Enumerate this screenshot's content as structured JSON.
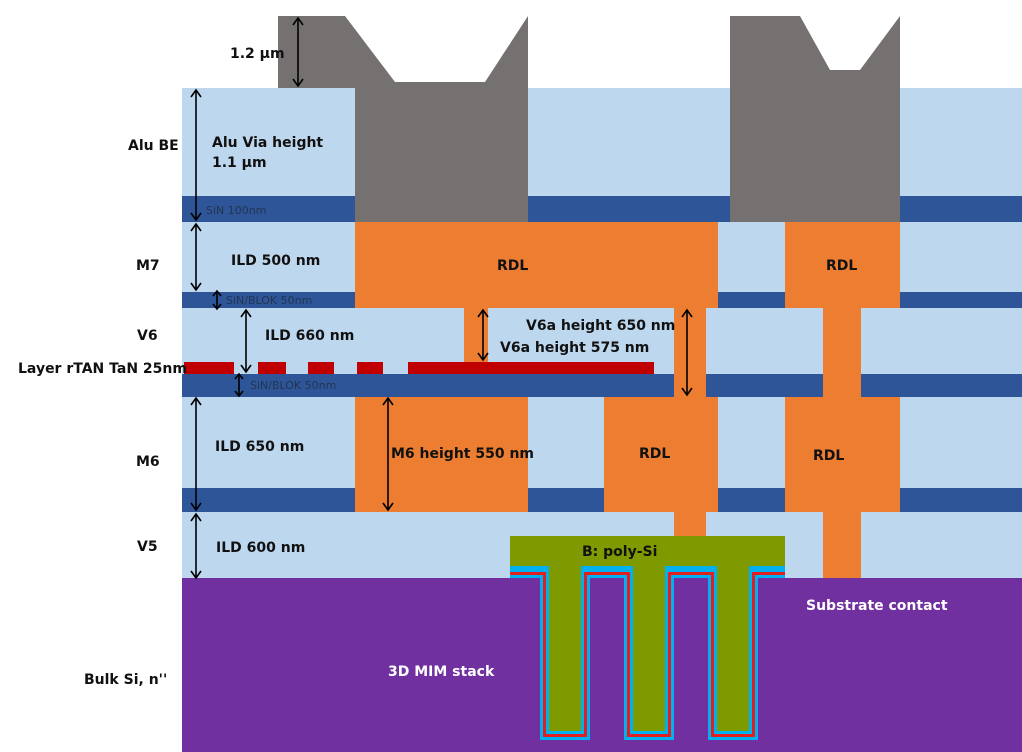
{
  "colors": {
    "ild": "#bdd7ee",
    "sin": "#2e5597",
    "copper": "#ed7d31",
    "aluminium": "#767171",
    "substrate": "#7030a0",
    "poly_si": "#7f9a00",
    "tan": "#c00000",
    "mim_cyan": "#00b0f0",
    "mim_red": "#e02020"
  },
  "icons": {
    "dimension_arrow": "double-headed-arrow-icon"
  },
  "layer_labels": {
    "alu_be": "Alu BE",
    "m7": "M7",
    "v6": "V6",
    "rtan": "Layer rTAN TaN 25nm",
    "m6": "M6",
    "v5": "V5",
    "bulk": "Bulk Si, n''"
  },
  "dimensions": {
    "alu_thickness": "1.2 µm",
    "alu_via_height_line1": "Alu Via height",
    "alu_via_height_line2": "1.1 µm",
    "ild_m7": "ILD 500 nm",
    "ild_v6": "ILD 660 nm",
    "v6a_650": "V6a height 650 nm",
    "v6a_575": "V6a height 575 nm",
    "ild_m6": "ILD 650 nm",
    "m6_height": "M6 height 550 nm",
    "ild_v5": "ILD 600 nm"
  },
  "inline_labels": {
    "sin_100": "SiN 100nm",
    "sin_blok_m7": "SiN/BLOK 50nm",
    "sin_blok_v6": "SiN/BLOK 50nm"
  },
  "block_labels": {
    "rdl_m7_left": "RDL",
    "rdl_m7_right": "RDL",
    "rdl_m6_mid": "RDL",
    "rdl_m6_right": "RDL",
    "poly_si": "B: poly-Si",
    "substrate_contact": "Substrate contact",
    "mim_stack": "3D MIM stack"
  }
}
